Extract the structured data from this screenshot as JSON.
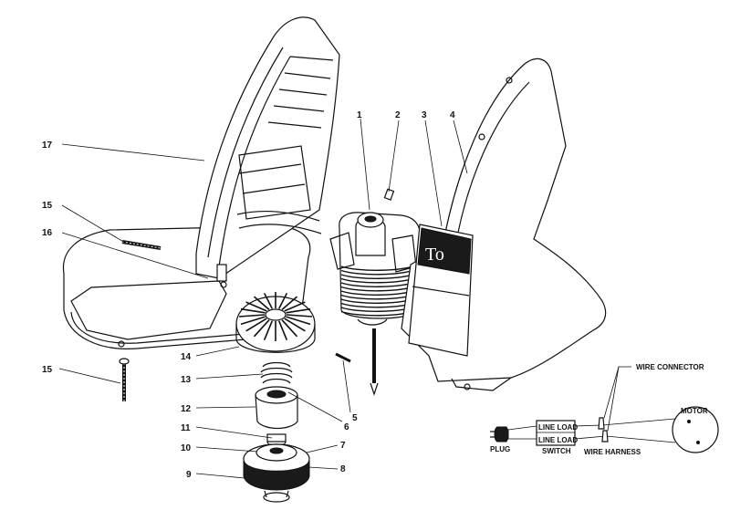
{
  "callouts": {
    "c1": "1",
    "c2": "2",
    "c3": "3",
    "c4": "4",
    "c5": "5",
    "c6": "6",
    "c7": "7",
    "c8": "8",
    "c9": "9",
    "c10": "10",
    "c11": "11",
    "c12": "12",
    "c13": "13",
    "c14": "14",
    "c15a": "15",
    "c15b": "15",
    "c16": "16",
    "c17": "17"
  },
  "decal_text": "To",
  "wiring": {
    "wire_connector": "WIRE CONNECTOR",
    "motor": "MOTOR",
    "plug": "PLUG",
    "switch_line_load_1": "LINE LOAD",
    "switch_line_load_2": "LINE LOAD",
    "switch": "SWITCH",
    "wire_harness": "WIRE HARNESS"
  }
}
